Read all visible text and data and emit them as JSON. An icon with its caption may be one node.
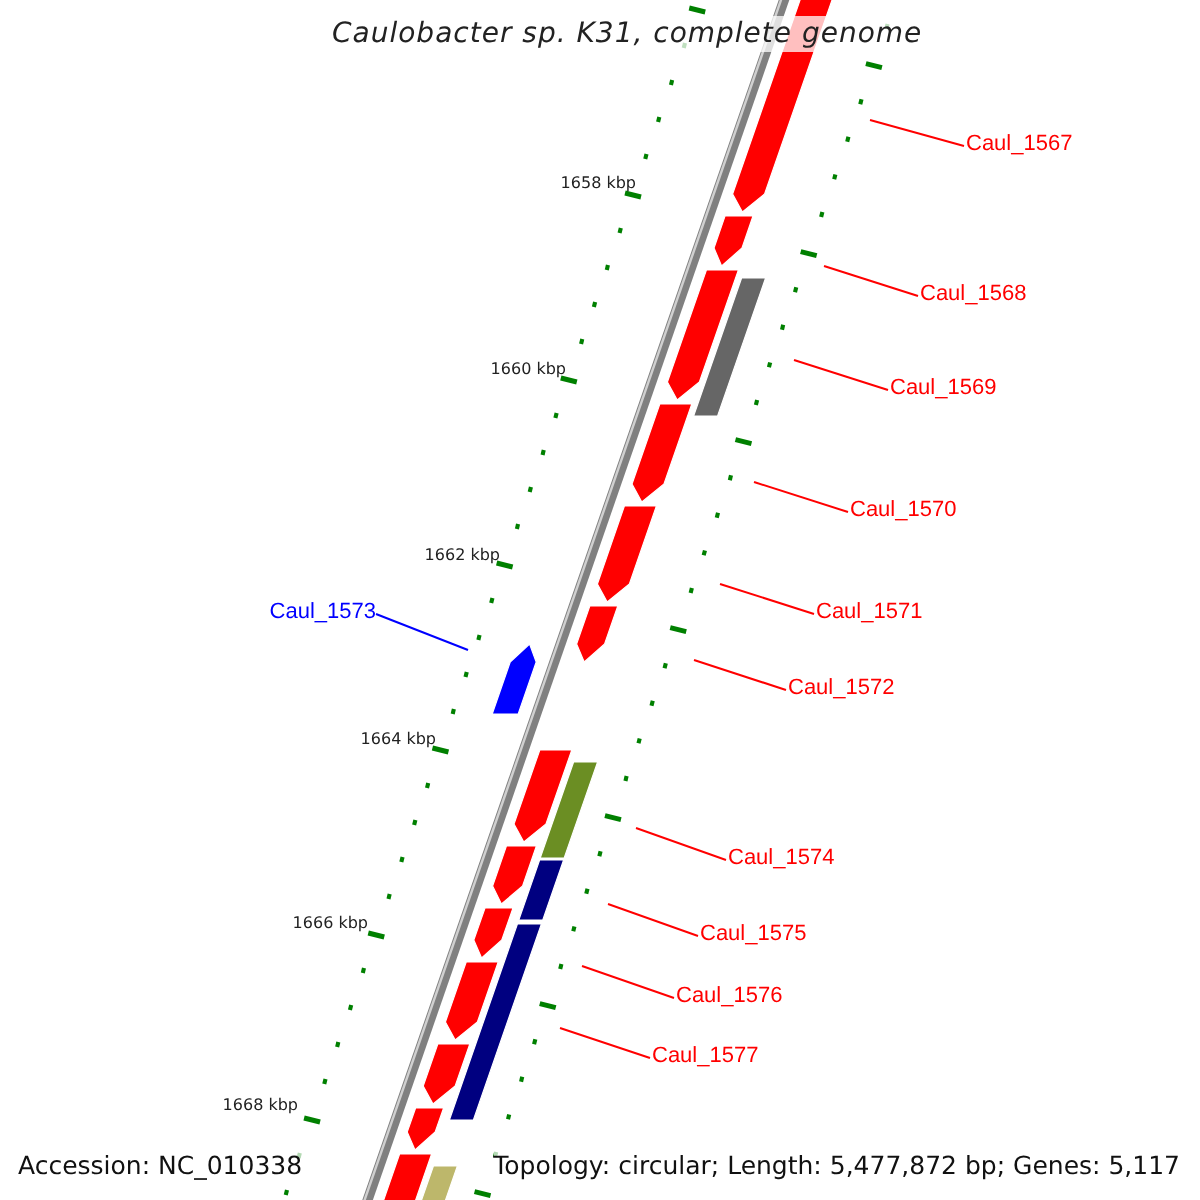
{
  "diagram": {
    "title": "Caulobacter sp. K31, complete genome",
    "nodes": [
      {
        "text": [
          "Caul_1567"
        ]
      },
      {
        "text": [
          "Caul_1568"
        ]
      },
      {
        "text": [
          "Caul_1569"
        ]
      },
      {
        "text": [
          "Caul_1570"
        ]
      },
      {
        "text": [
          "Caul_1571"
        ]
      },
      {
        "text": [
          "Caul_1572"
        ]
      },
      {
        "text": [
          "Caul_1573"
        ]
      },
      {
        "text": [
          "Caul_1574"
        ]
      },
      {
        "text": [
          "Caul_1575"
        ]
      },
      {
        "text": [
          "Caul_1576"
        ]
      },
      {
        "text": [
          "Caul_1577"
        ]
      }
    ],
    "edges": [
      {
        "from": 0,
        "to": null,
        "arrow": "none"
      },
      {
        "from": 1,
        "to": null,
        "arrow": "none"
      },
      {
        "from": 2,
        "to": null,
        "arrow": "none"
      },
      {
        "from": 3,
        "to": null,
        "arrow": "none"
      },
      {
        "from": 4,
        "to": null,
        "arrow": "none"
      },
      {
        "from": 5,
        "to": null,
        "arrow": "none"
      },
      {
        "from": 6,
        "to": null,
        "arrow": "none",
        "color": "#0000ff"
      },
      {
        "from": 7,
        "to": null,
        "arrow": "none"
      },
      {
        "from": 8,
        "to": null,
        "arrow": "none"
      },
      {
        "from": 9,
        "to": null,
        "arrow": "none"
      },
      {
        "from": 10,
        "to": null,
        "arrow": "none"
      }
    ],
    "labels": [
      "1658 kbp",
      "1660 kbp",
      "1662 kbp",
      "1664 kbp",
      "1666 kbp",
      "1668 kbp",
      "Accession: NC_010338",
      "Topology: circular; Length: 5,477,872 bp; Genes: 5,117"
    ]
  }
}
